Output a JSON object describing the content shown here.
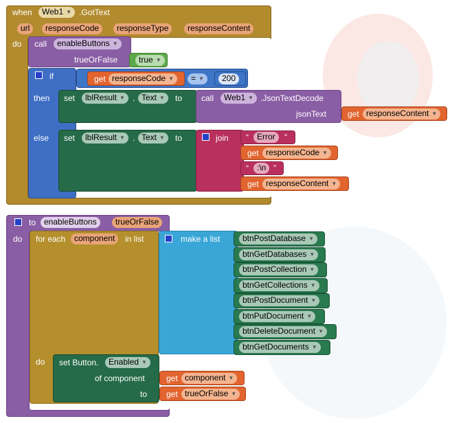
{
  "event": {
    "when": "when",
    "component": "Web1",
    "event_name": ".GotText",
    "params": [
      "url",
      "responseCode",
      "responseType",
      "responseContent"
    ],
    "do": "do",
    "call": "call",
    "proc_name": "enableButtons",
    "arg_label": "trueOrFalse",
    "arg_value": "true",
    "if": "if",
    "then": "then",
    "else": "else",
    "get": "get",
    "cmp_var": "responseCode",
    "cmp_op": "=",
    "cmp_value": "200",
    "set": "set",
    "label_comp": "lblResult",
    "dot": ".",
    "prop": "Text",
    "to": "to",
    "call2": "call",
    "web_comp": "Web1",
    "method": ".JsonTextDecode",
    "json_arg": "jsonText",
    "content_var": "responseContent",
    "join": "join",
    "err_text": "Error",
    "nl_text": ":\\n"
  },
  "procedure": {
    "to": "to",
    "name": "enableButtons",
    "param": "trueOrFalse",
    "do": "do",
    "for_each": "for each",
    "loop_var": "component",
    "in_list": "in list",
    "make_list": "make a list",
    "buttons": [
      "btnPostDatabase",
      "btnGetDatabases",
      "btnPostCollection",
      "btnGetCollections",
      "btnPostDocument",
      "btnPutDocument",
      "btnDeleteDocument",
      "btnGetDocuments"
    ],
    "do2": "do",
    "set_label": "set Button.",
    "prop": "Enabled",
    "of_component": "of component",
    "to2": "to",
    "get": "get",
    "comp_var": "component",
    "value_var": "trueOrFalse"
  }
}
